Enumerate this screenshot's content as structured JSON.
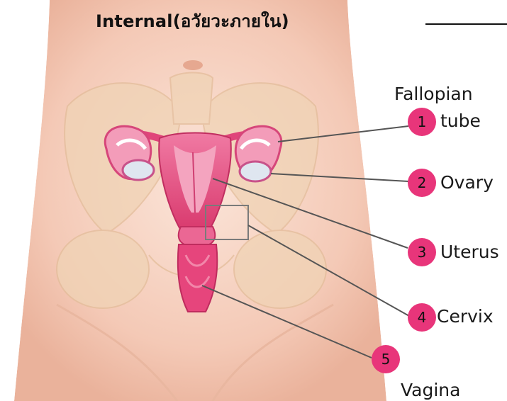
{
  "title": "Internal(อวัยวะภายใน)",
  "colors": {
    "badge": "#e8357a",
    "organ": "#e0457a",
    "skin": "#f6d2c4"
  },
  "parts": [
    {
      "number": "1",
      "label_line1": "Fallopian",
      "label_line2": "tube"
    },
    {
      "number": "2",
      "label": "Ovary"
    },
    {
      "number": "3",
      "label": "Uterus"
    },
    {
      "number": "4",
      "label": "Cervix"
    },
    {
      "number": "5",
      "label": "Vagina"
    }
  ]
}
